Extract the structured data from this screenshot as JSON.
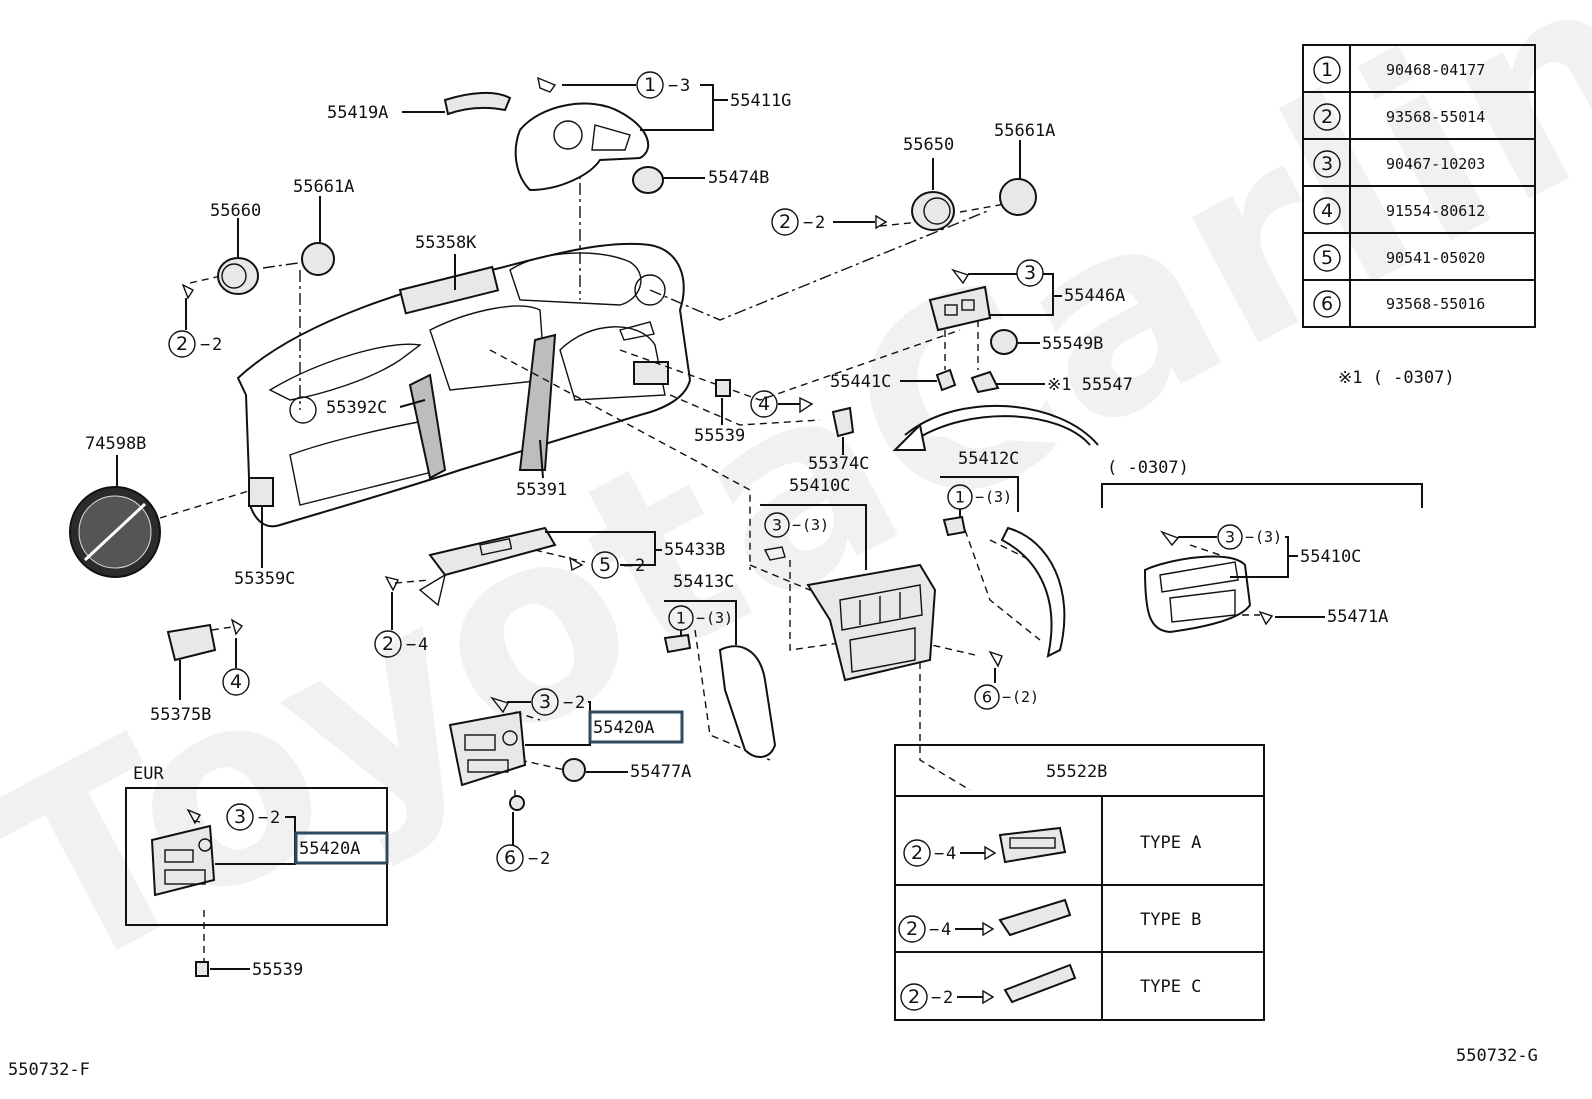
{
  "diagram": {
    "watermark": "ToyotaCarlineTec",
    "figure_ids": {
      "left": "550732-F",
      "right": "550732-G"
    },
    "legend_table": [
      {
        "num": "1",
        "part": "90468-04177"
      },
      {
        "num": "2",
        "part": "93568-55014"
      },
      {
        "num": "3",
        "part": "90467-10203"
      },
      {
        "num": "4",
        "part": "91554-80612"
      },
      {
        "num": "5",
        "part": "90541-05020"
      },
      {
        "num": "6",
        "part": "93568-55016"
      }
    ],
    "note": "※1 (      -0307)",
    "variant_note": "(      -0307)",
    "eur_label": "EUR",
    "labels": {
      "p55419A": "55419A",
      "p55411G": "55411G",
      "p55474B": "55474B",
      "p55650": "55650",
      "p55661A_r": "55661A",
      "p55660": "55660",
      "p55661A_l": "55661A",
      "p55358K": "55358K",
      "p55446A": "55446A",
      "p55549B": "55549B",
      "p55441C": "55441C",
      "p55547": "※1 55547",
      "p55392C": "55392C",
      "p55539_a": "55539",
      "p74598B": "74598B",
      "p55374C": "55374C",
      "p55412C": "55412C",
      "p55391": "55391",
      "p55410C": "55410C",
      "p55359C": "55359C",
      "p55433B": "55433B",
      "p55413C": "55413C",
      "p55410C_r": "55410C",
      "p55471A": "55471A",
      "p55375B": "55375B",
      "p55420A_1": "55420A",
      "p55477A": "55477A",
      "p55420A_2": "55420A",
      "p55539_b": "55539",
      "p55522B": "55522B"
    },
    "qty": {
      "q_1_3": "3",
      "q_2_2a": "2",
      "q_2_2b": "2",
      "q_3_55446A": "",
      "q_5_2": "2",
      "q_2_4": "4",
      "q_3_2a": "2",
      "q_3_2b": "2",
      "q_6_2": "2",
      "q_1_3p_a": "(3)",
      "q_3_3p": "(3)",
      "q_1_3p_b": "(3)",
      "q_3_3p_r": "(3)",
      "q_6_2p": "(2)",
      "q_typeA": "4",
      "q_typeB": "4",
      "q_typeC": "2"
    },
    "types": {
      "a": "TYPE  A",
      "b": "TYPE  B",
      "c": "TYPE  C"
    }
  }
}
